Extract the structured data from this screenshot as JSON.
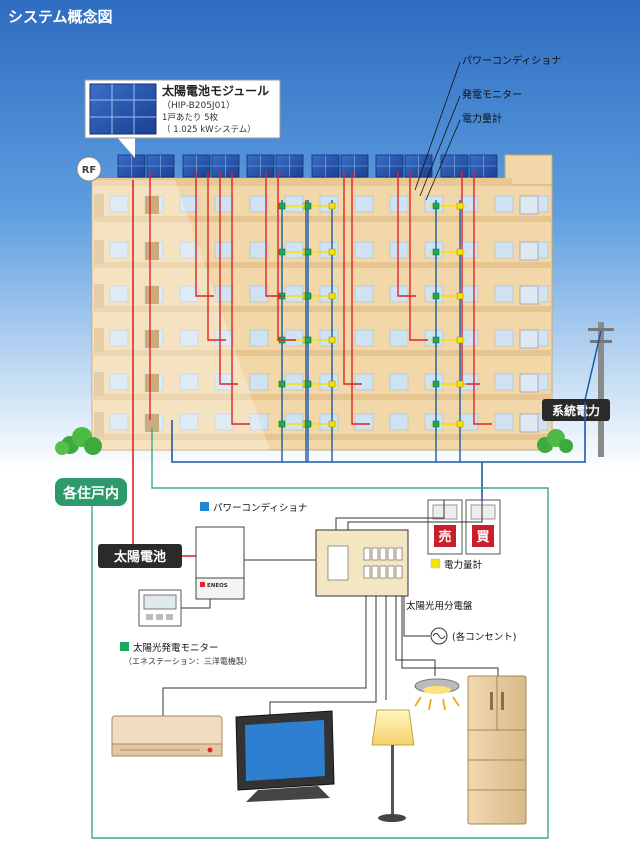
{
  "page": {
    "title": "システム概念図"
  },
  "module_callout": {
    "title": "太陽電池モジュール",
    "model": "（HIP-B205J01）",
    "per_unit": "1戸あたり 5枚",
    "system": "（ 1.025 kWシステム）"
  },
  "building": {
    "roof_label": "RF"
  },
  "legend_top": {
    "power_conditioner": "パワーコンディショナ",
    "generation_monitor": "発電モニター",
    "power_meter": "電力量計"
  },
  "grid_label": "系統電力",
  "unit_section": {
    "title": "各住戸内",
    "solar_battery_label": "太陽電池",
    "legend_power_conditioner": "パワーコンディショナ",
    "legend_power_meter": "電力量計",
    "meter_sell": "売",
    "meter_buy": "買",
    "distribution_board": "太陽光用分電盤",
    "outlets": "(各コンセント)",
    "monitor_label": "太陽光発電モニター",
    "monitor_sub": "（エネステーション：三洋電機製）",
    "pcs_brand": "ENEOS"
  },
  "colors": {
    "sky_top": "#3a78c8",
    "building": "#f2d7a8",
    "solar_line": "#e0232b",
    "grid_line": "#1a5aa8",
    "section_border": "#3aa88a",
    "badge_green": "#2e9a6c",
    "label_dark": "#2a2a2a",
    "legend_blue": "#1e88d6",
    "legend_yellow": "#f5e400",
    "legend_green": "#1aa860"
  }
}
